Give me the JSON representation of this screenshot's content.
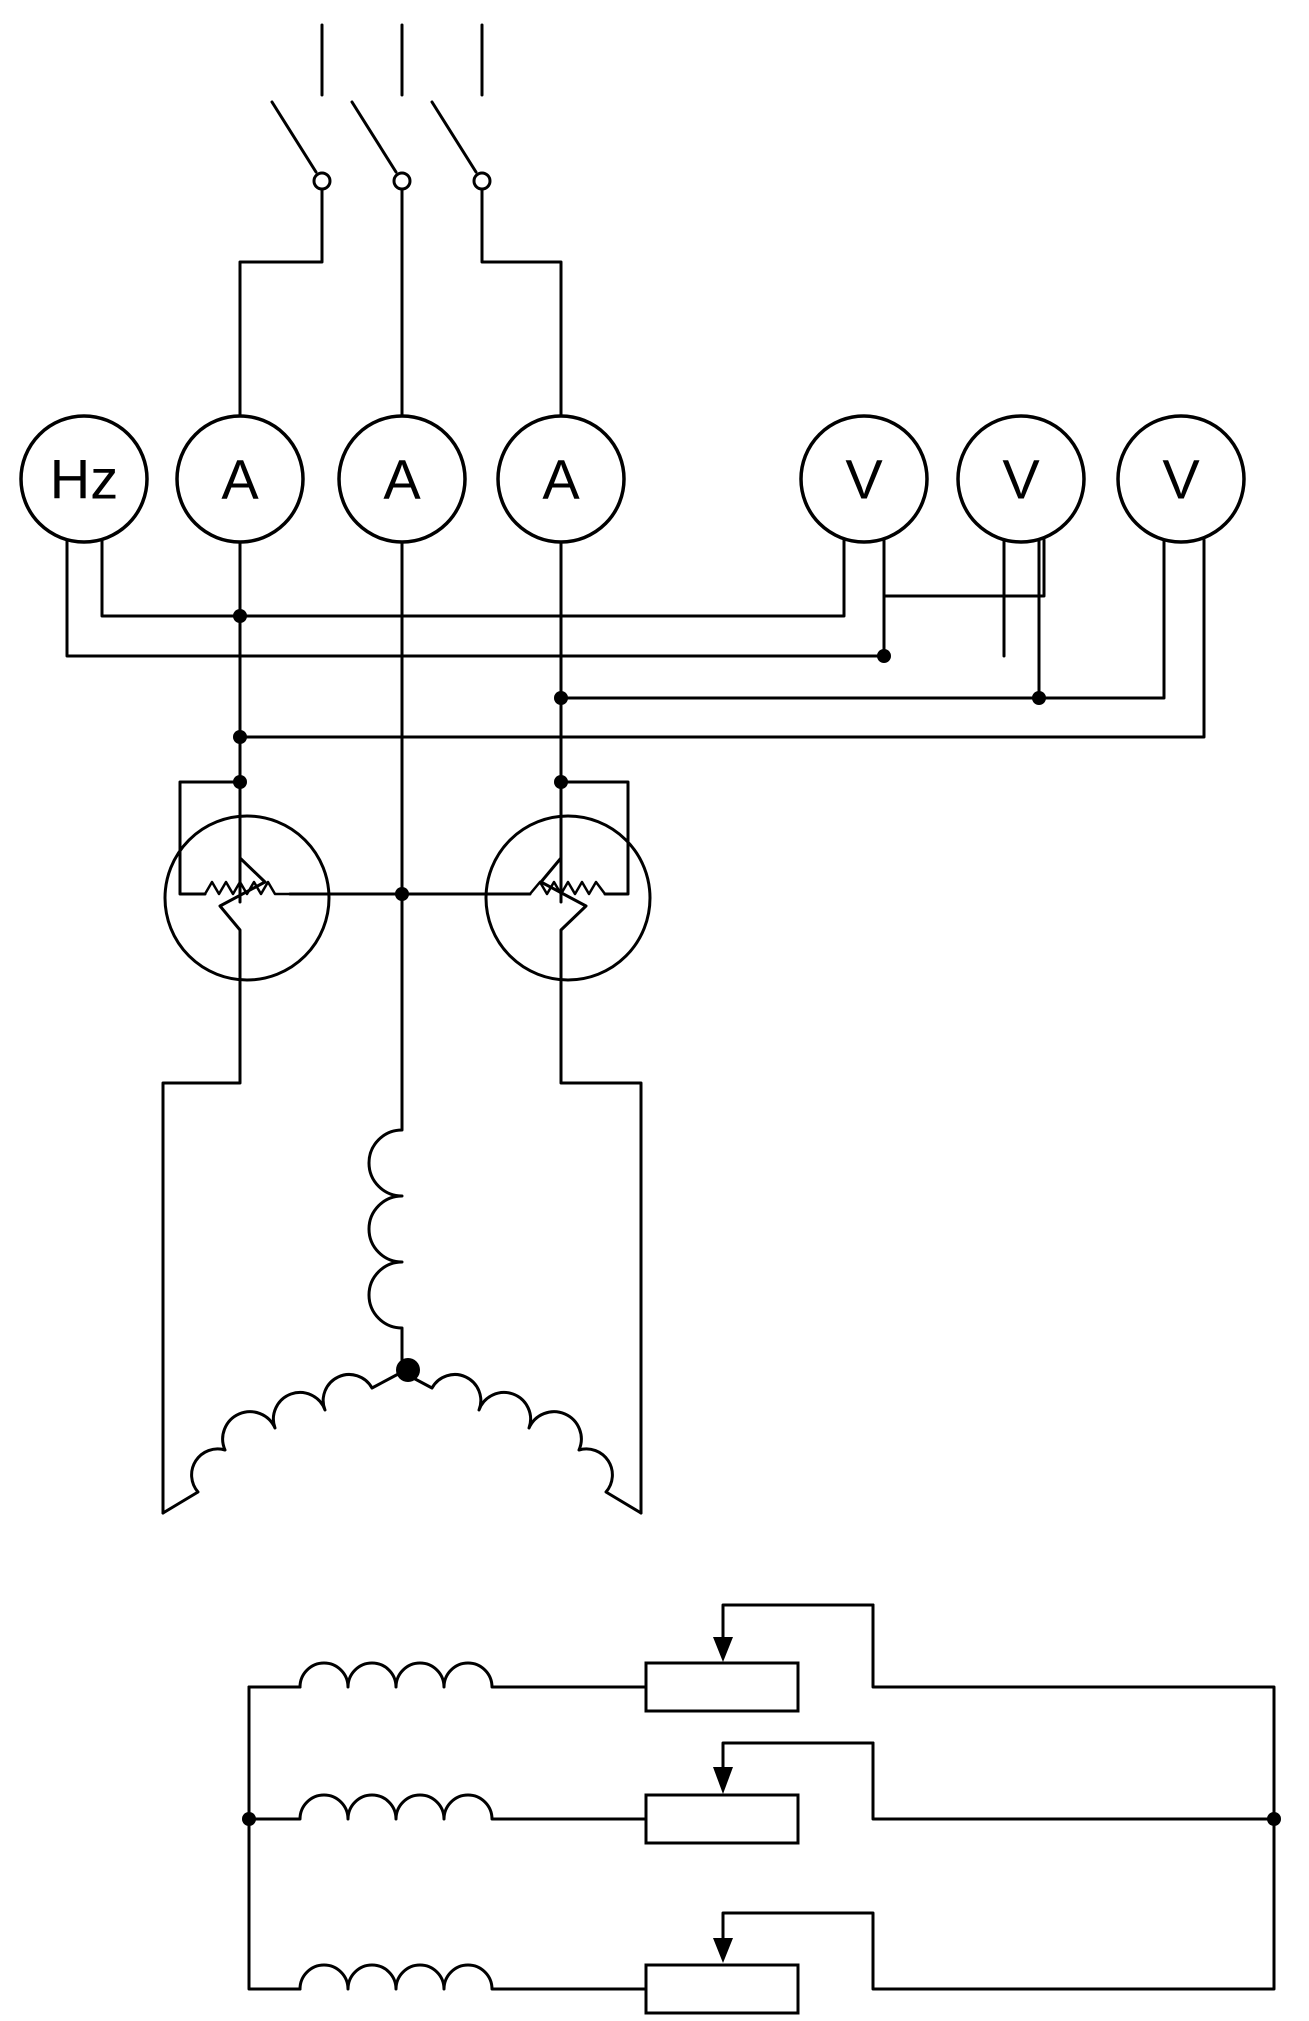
{
  "meters": [
    {
      "label": "Hz",
      "kind": "frequency"
    },
    {
      "label": "A",
      "kind": "ammeter"
    },
    {
      "label": "A",
      "kind": "ammeter"
    },
    {
      "label": "A",
      "kind": "ammeter"
    },
    {
      "label": "V",
      "kind": "voltmeter"
    },
    {
      "label": "V",
      "kind": "voltmeter"
    },
    {
      "label": "V",
      "kind": "voltmeter"
    }
  ],
  "colors": {
    "ink": "#000000",
    "paper": "#ffffff"
  }
}
